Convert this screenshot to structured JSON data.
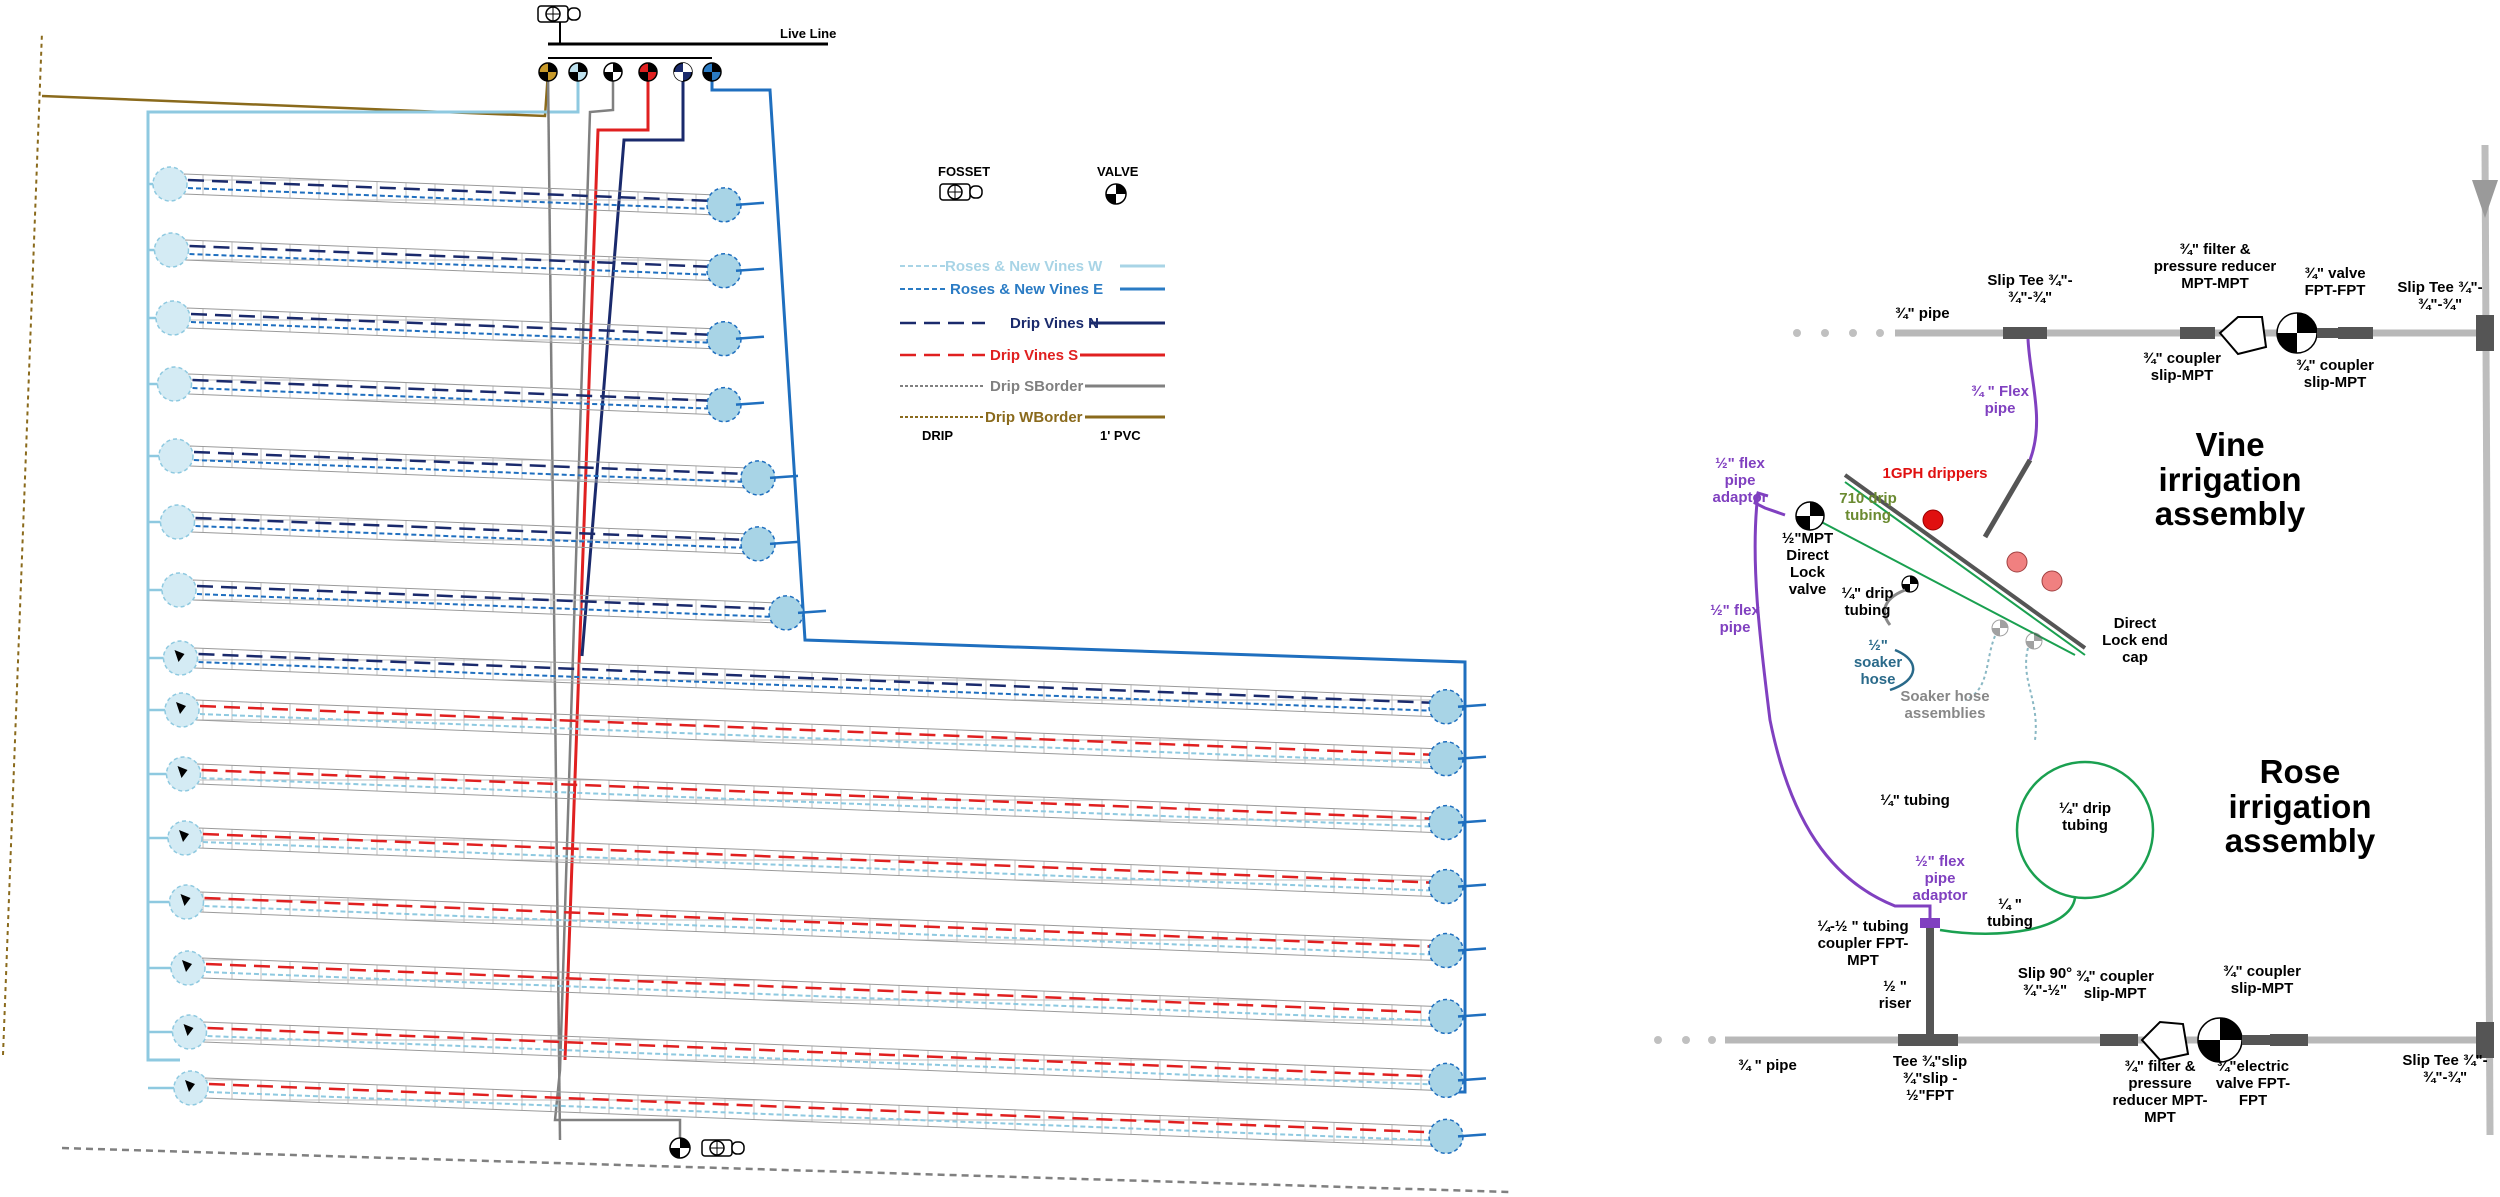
{
  "left_plan": {
    "live_line": "Live Line",
    "legend": {
      "fosset_label": "FOSSET",
      "valve_label": "VALVE",
      "items": [
        {
          "label": "Roses & New Vines W",
          "color": "#a8d4e6"
        },
        {
          "label": "Roses & New Vines E",
          "color": "#2a7bc4"
        },
        {
          "label": "Drip Vines N",
          "color": "#1a2a6c"
        },
        {
          "label": "Drip Vines S",
          "color": "#e02020"
        },
        {
          "label": "Drip SBorder",
          "color": "#808080"
        },
        {
          "label": "Drip WBorder",
          "color": "#8a6a1c"
        }
      ],
      "footer_left": "DRIP",
      "footer_right": "1' PVC"
    },
    "colors": {
      "west": "#8ec9e0",
      "east": "#1f6fbf",
      "north": "#1a2a6c",
      "south": "#e02020",
      "sborder": "#808080",
      "wborder": "#8a6a1c"
    }
  },
  "vine_assembly": {
    "title": "Vine irrigation assembly",
    "labels": {
      "pipe": "¾\" pipe",
      "slip_tee_top": "Slip Tee ¾\"-¾\"-¾\"",
      "filter": "¾\" filter & pressure reducer MPT-MPT",
      "valve": "¾\" valve FPT-FPT",
      "slip_tee_right": "Slip Tee ¾\"-¾\"-¾\"",
      "coupler_left": "¾\" coupler slip-MPT",
      "coupler_right": "¾\" coupler slip-MPT",
      "flex_pipe": "¾ \" Flex pipe",
      "drippers": "1GPH drippers",
      "drip_tubing_710": "710 drip tubing",
      "flex_adaptor": "½\" flex pipe adaptor",
      "mpt_valve": "½\"MPT Direct Lock valve",
      "quarter_drip": "¼\" drip tubing",
      "soaker": "½\" soaker hose",
      "end_cap": "Direct Lock end cap",
      "soaker_assemblies": "Soaker hose assemblies",
      "half_flex": "½\" flex pipe"
    }
  },
  "rose_assembly": {
    "title": "Rose irrigation assembly",
    "labels": {
      "quarter_tubing": "¼\" tubing",
      "drip_tubing": "¼\" drip tubing",
      "flex_adaptor": "½\" flex pipe adaptor",
      "quarter_tubing_2": "¼ \" tubing",
      "tubing_coupler": "¼-½ \" tubing coupler FPT-MPT",
      "riser": "½ \" riser",
      "slip90": "Slip 90° ¾\"-½\"",
      "coupler_left": "¾\" coupler slip-MPT",
      "coupler_right": "¾\" coupler slip-MPT",
      "pipe": "¾ \" pipe",
      "tee": "Tee ¾\"slip ¾\"slip - ½\"FPT",
      "filter": "¾\" filter & pressure reducer MPT-MPT",
      "electric_valve": "¾\"electric valve FPT-FPT",
      "slip_tee_right": "Slip Tee ¾\"- ¾\"-¾\""
    }
  },
  "colors": {
    "pipe_gray": "#8a8a8a",
    "dark_gray": "#555555",
    "purple": "#8040c0",
    "green": "#1aa050",
    "red_dripper": "#e01010",
    "pink_dripper": "#f08080",
    "olive": "#6a8a30",
    "teal": "#2a6a8a"
  }
}
